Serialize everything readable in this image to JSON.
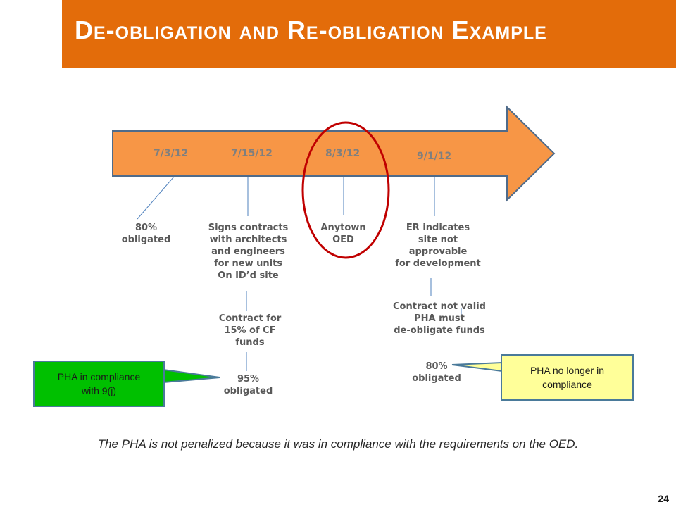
{
  "slide": {
    "title": "De-obligation and Re-obligation Example",
    "page_number": "24"
  },
  "timeline": {
    "dates": [
      "7/3/12",
      "7/15/12",
      "8/3/12",
      "9/1/12"
    ],
    "events": {
      "obligated_80_a": "80%\nobligated",
      "signs_contracts": "Signs contracts\nwith architects\nand engineers\nfor new units\nOn ID’d site",
      "contract_15": "Contract for\n15% of CF\nfunds",
      "obligated_95": "95%\nobligated",
      "anytown_oed": "Anytown\nOED",
      "er_indicates": "ER indicates\nsite not\napprovable\nfor development",
      "contract_not_valid": "Contract not valid\nPHA must\nde-obligate funds",
      "obligated_80_b": "80%\nobligated"
    }
  },
  "callouts": {
    "compliance": "PHA in compliance\nwith 9(j)",
    "no_longer": "PHA  no longer in\ncompliance"
  },
  "footnote": "The PHA is not penalized because it was in compliance with the requirements on the OED.",
  "colors": {
    "title_bar": "#e36c0a",
    "arrow_fill": "#f79646",
    "arrow_stroke": "#4f6b8a",
    "highlight_circle": "#c00000",
    "callout_green": "#00c000",
    "callout_yellow": "#ffff99"
  }
}
